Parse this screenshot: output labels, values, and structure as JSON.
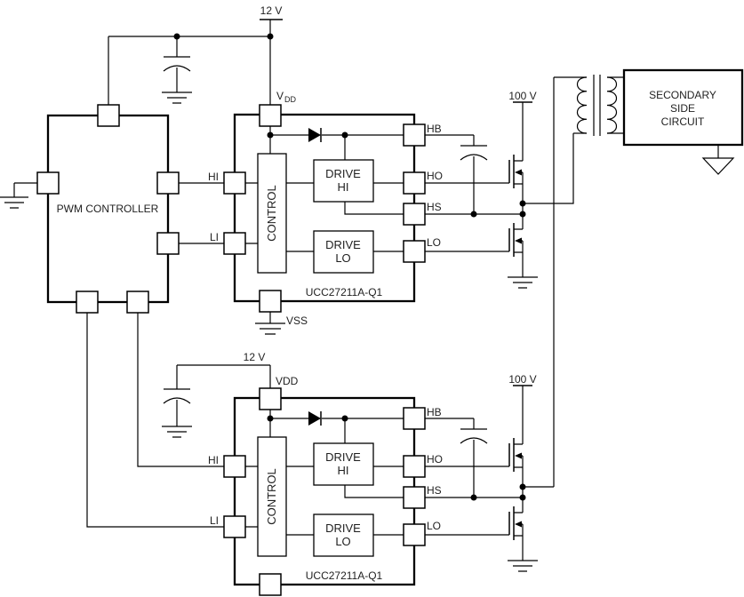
{
  "background": "#ffffff",
  "ink": "#000000",
  "supplies": {
    "v12": "12 V",
    "v100": "100 V"
  },
  "pwm_controller": {
    "label": "PWM CONTROLLER"
  },
  "driver_top": {
    "part_number": "UCC27211A-Q1",
    "blocks": {
      "control": "CONTROL",
      "drive_hi": [
        "DRIVE",
        "HI"
      ],
      "drive_lo": [
        "DRIVE",
        "LO"
      ]
    },
    "pins": {
      "vdd_base": "V",
      "vdd_sub": "DD",
      "hi": "HI",
      "li": "LI",
      "hb": "HB",
      "ho": "HO",
      "hs": "HS",
      "lo": "LO",
      "vss": "VSS"
    }
  },
  "driver_bottom": {
    "part_number": "UCC27211A-Q1",
    "blocks": {
      "control": "CONTROL",
      "drive_hi": [
        "DRIVE",
        "HI"
      ],
      "drive_lo": [
        "DRIVE",
        "LO"
      ]
    },
    "pins": {
      "vdd": "VDD",
      "hi": "HI",
      "li": "LI",
      "hb": "HB",
      "ho": "HO",
      "hs": "HS",
      "lo": "LO"
    }
  },
  "secondary_side": {
    "label_lines": [
      "SECONDARY",
      "SIDE",
      "CIRCUIT"
    ]
  }
}
